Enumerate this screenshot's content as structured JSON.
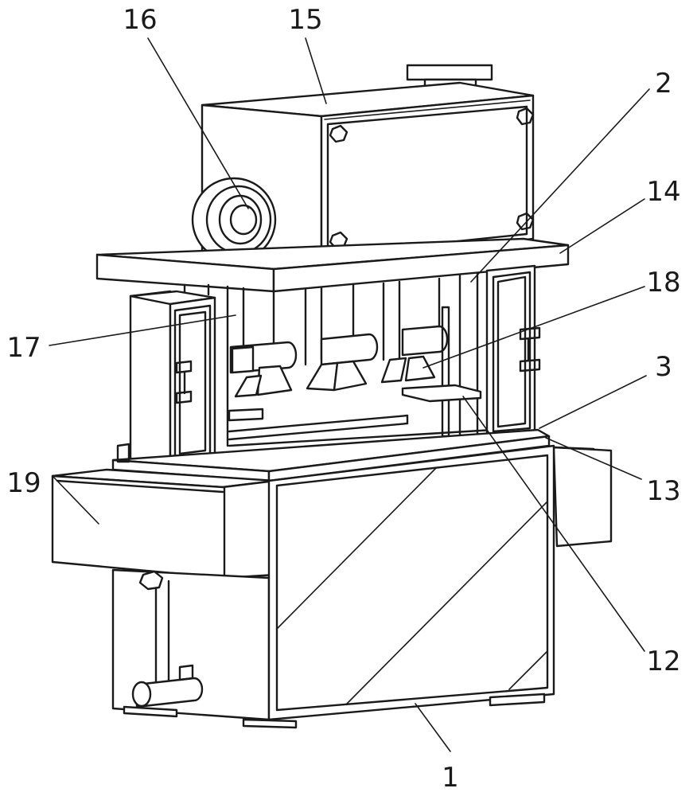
{
  "labels": {
    "l16": "16",
    "l15": "15",
    "l2": "2",
    "l14": "14",
    "l18": "18",
    "l17": "17",
    "l3": "3",
    "l19": "19",
    "l13": "13",
    "l12": "12",
    "l1": "1"
  }
}
